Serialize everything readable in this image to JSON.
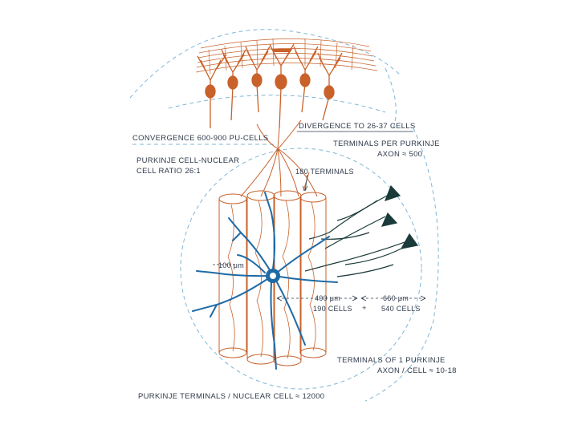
{
  "labels": {
    "convergence": "CONVERGENCE 600-900 PU-CELLS",
    "divergence": "DIVERGENCE TO 26-37 CELLS",
    "terminals_per_line1": "TERMINALS PER PURKINJE",
    "terminals_per_line2": "AXON ≈ 500",
    "ratio_line1": "PURKINJE  CELL-NUCLEAR",
    "ratio_line2": "CELL RATIO 26:1",
    "terminals_180": "180 TERMINALS",
    "width_100": "100 μm",
    "dist_400": "400 μm",
    "cells_190": "190 CELLS",
    "plus": "+",
    "dist_660": "660 μm",
    "cells_540": "540 CELLS",
    "terminals_one_line1": "TERMINALS OF 1 PURKINJE",
    "terminals_one_line2": "AXON / CELL ≈ 10-18",
    "bottom": "PURKINJE TERMINALS / NUCLEAR CELL ≈ 12000"
  },
  "colors": {
    "purkinje_orange": "#c8612a",
    "nuclear_blue": "#1e6aa6",
    "input_dark": "#1b3a3a",
    "dashed_outline": "#7fb6d6",
    "text": "#2f3a4a"
  }
}
